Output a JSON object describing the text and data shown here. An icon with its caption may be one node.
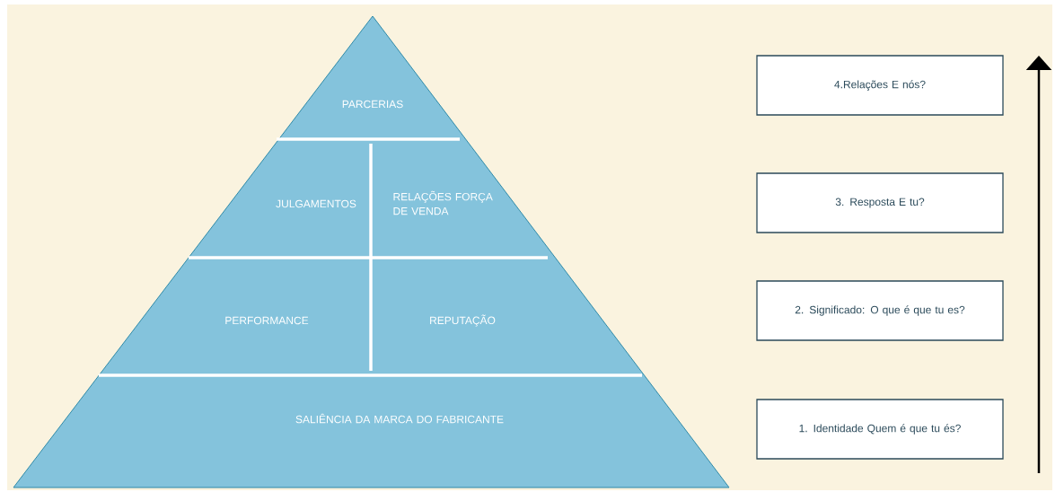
{
  "diagram": {
    "nodes": [
      {
        "text": [
          "PARCERIAS"
        ]
      },
      {
        "text": [
          "JULGAMENTOS"
        ]
      },
      {
        "text": [
          "RELAÇÕES FORÇA DE VENDA"
        ]
      },
      {
        "text": [
          "PERFORMANCE"
        ]
      },
      {
        "text": [
          "REPUTAÇÃO"
        ]
      },
      {
        "text": [
          "SALIÊNCIA DA MARCA DO FABRICANTE"
        ]
      },
      {
        "text": [
          "4.Relações E nós?"
        ]
      },
      {
        "text": [
          "3. Resposta E tu?"
        ]
      },
      {
        "text": [
          "2. Significado: O que é que tu es?"
        ]
      },
      {
        "text": [
          "1. Identidade Quem é que tu és?"
        ]
      }
    ]
  }
}
